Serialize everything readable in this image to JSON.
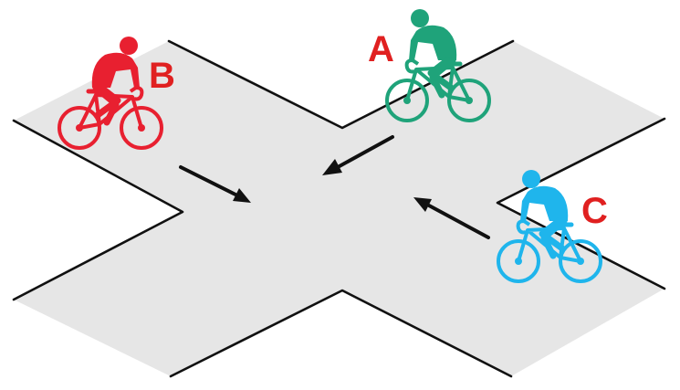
{
  "cyclists": [
    {
      "id": "A",
      "label": "A",
      "color": "#1fa37a",
      "label_color": "#e02020"
    },
    {
      "id": "B",
      "label": "B",
      "color": "#e82030",
      "label_color": "#e02020"
    },
    {
      "id": "C",
      "label": "C",
      "color": "#1fb5ec",
      "label_color": "#e02020"
    }
  ],
  "road_color": "#e6e6e6",
  "edge_color": "#111111"
}
